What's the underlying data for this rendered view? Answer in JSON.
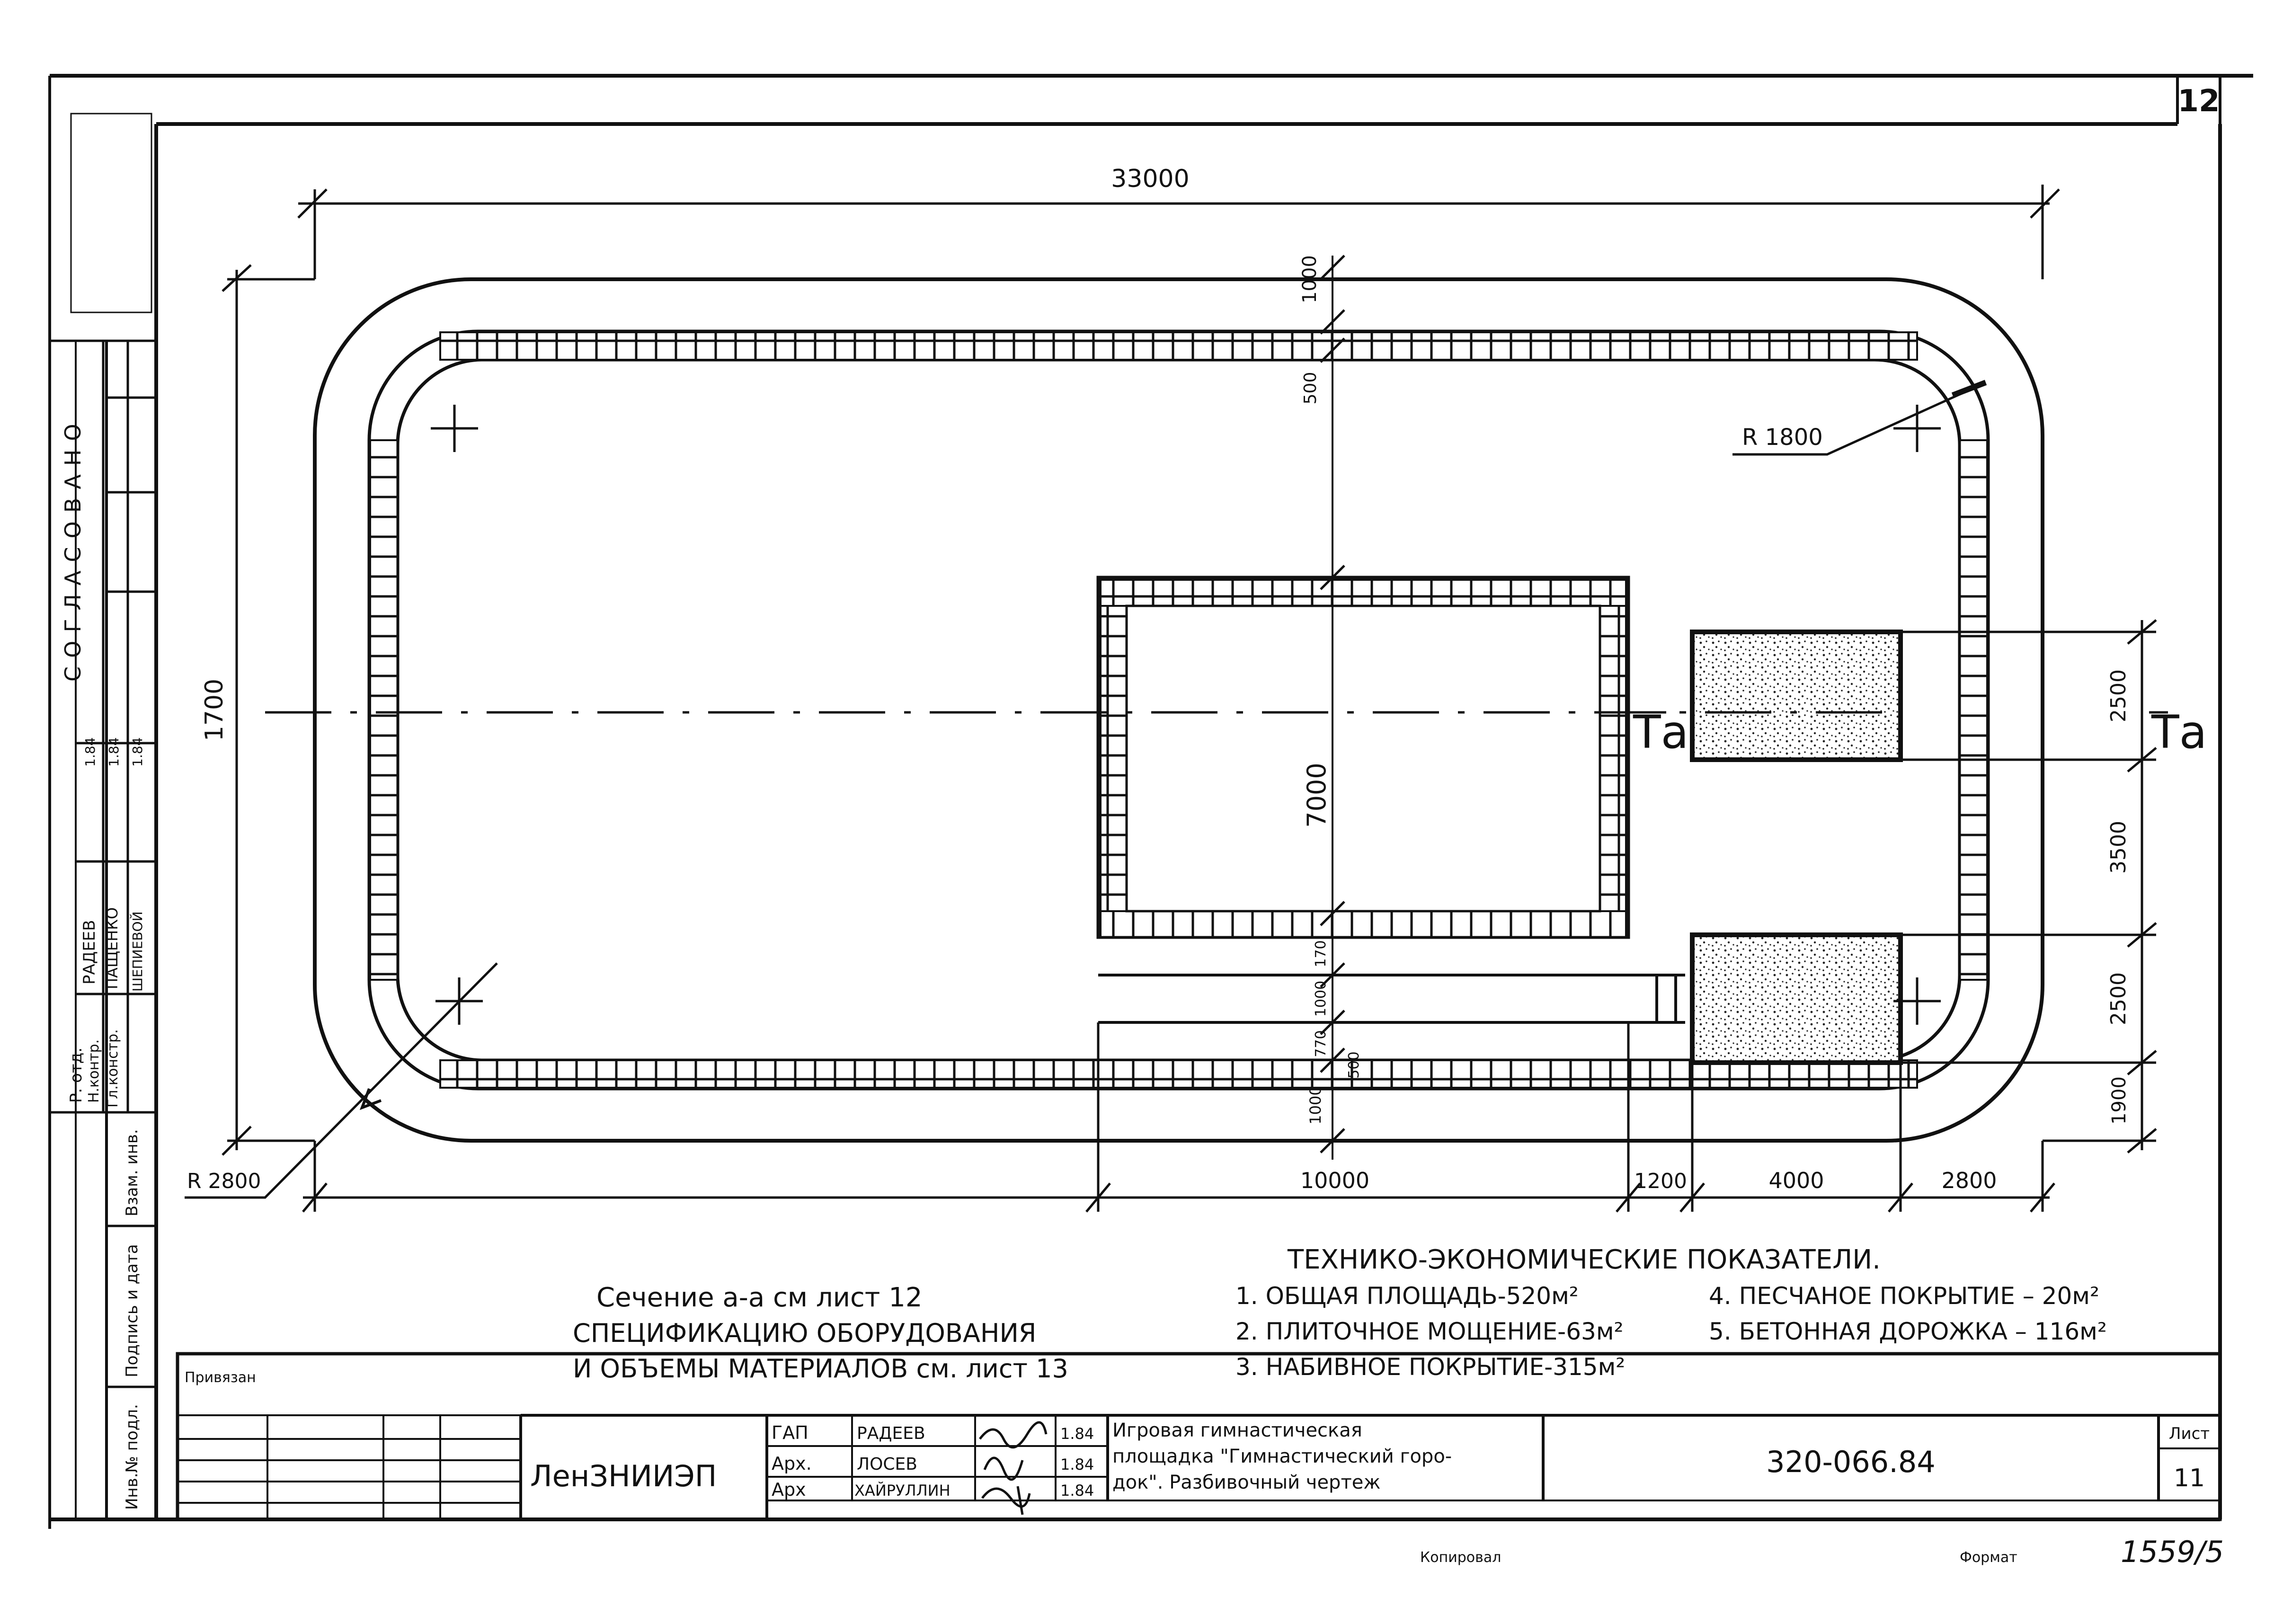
{
  "sheet_number_top": "12",
  "approval_block": {
    "vertical_title": "СОГЛАСОВАНО",
    "rows": [
      {
        "role": "Р. отд.",
        "name": "РАДЕЕВ",
        "date": "1.84"
      },
      {
        "role": "Н.контр.",
        "name": "ПАЩЕНКО",
        "date": "1.84"
      },
      {
        "role": "Гл.констр.",
        "name": "ШЕПИЕВОЙ",
        "date": "1.84"
      }
    ]
  },
  "side_strip": {
    "col1": "Взам. инв.",
    "col2": "Подпись и дата",
    "col3": "Инв.№ подл."
  },
  "plan": {
    "dim_total_width": "33000",
    "dim_total_height": "1700",
    "dim_top_1000": "1000",
    "dim_top_500": "500",
    "dim_inner_7000": "7000",
    "radius_top_right": "R 1800",
    "radius_bottom_left": "R 2800",
    "dim_right_2500_top": "2500",
    "dim_right_3500": "3500",
    "dim_right_2500_bottom": "2500",
    "dim_right_1900": "1900",
    "dim_mid_170": "170",
    "dim_mid_1000": "1000",
    "dim_mid_770": "770",
    "dim_mid_500": "500",
    "dim_left_1000": "1000",
    "bottom_dims": [
      "10000",
      "1200",
      "4000",
      "2800"
    ],
    "section_mark": "Та"
  },
  "notes": {
    "line1": "Сечение  а-а   см лист 12",
    "line2": "СПЕЦИФИКАЦИЮ  ОБОРУДОВАНИЯ",
    "line3": "И  ОБЪЕМЫ  МАТЕРИАЛОВ см. лист 13"
  },
  "indicators": {
    "title": "ТЕХНИКО-ЭКОНОМИЧЕСКИЕ  ПОКАЗАТЕЛИ.",
    "col1": [
      "1. ОБЩАЯ ПЛОЩАДЬ-520м²",
      "2. ПЛИТОЧНОЕ МОЩЕНИЕ-63м²",
      "3. НАБИВНОЕ ПОКРЫТИЕ-315м²"
    ],
    "col2": [
      "4. ПЕСЧАНОЕ ПОКРЫТИЕ – 20м²",
      "5. БЕТОННАЯ ДОРОЖКА  – 116м²"
    ]
  },
  "title_block": {
    "privyazan": "Привязан",
    "org": "ЛенЗНИИЭП",
    "roles": [
      "ГАП",
      "Арх.",
      "Арх"
    ],
    "names": [
      "РАДЕЕВ",
      "ЛОСЕВ",
      "ХАЙРУЛЛИН"
    ],
    "dates": [
      "1.84",
      "1.84",
      "1.84"
    ],
    "title_lines": [
      "Игровая гимнастическая",
      "площадка \"Гимнастический горо-",
      "док\". Разбивочный чертеж"
    ],
    "code": "320-066.84",
    "sheet_label": "Лист",
    "sheet_no": "11"
  },
  "footer": {
    "copied": "Копировал",
    "format": "Формат",
    "stamp_no": "1559/5"
  }
}
